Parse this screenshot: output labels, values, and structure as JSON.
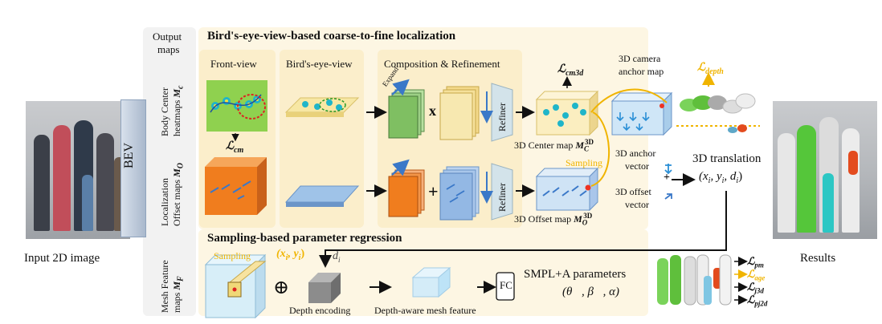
{
  "input": {
    "label": "Input 2D image",
    "bev_label": "BEV"
  },
  "results": {
    "label": "Results"
  },
  "output_maps": {
    "label_line1": "Output",
    "label_line2": "maps"
  },
  "localization": {
    "title": "Bird's-eye-view-based coarse-to-fine localization",
    "rows": {
      "body_center": {
        "line1": "Body Center",
        "line2": "heatmaps",
        "symbol": "M",
        "sub": "c"
      },
      "offset": {
        "line1": "Localization",
        "line2": "Offset maps",
        "symbol": "M",
        "sub": "O"
      }
    },
    "columns": {
      "front_view": "Front-view",
      "bev": "Bird's-eye-view",
      "composition": "Composition & Refinement",
      "expand": "Expand"
    },
    "refiner_label": "Refiner",
    "loss_cm": {
      "symbol": "ℒ",
      "sub": "cm"
    },
    "loss_cm3d": {
      "symbol": "ℒ",
      "sub": "cm3d"
    },
    "center_map": {
      "text": "3D Center map",
      "symbol": "M",
      "sub": "C",
      "sup": "3D"
    },
    "offset_map": {
      "text": "3D Offset map",
      "symbol": "M",
      "sub": "O",
      "sup": "3D"
    },
    "sampling": "Sampling",
    "camera_anchor": {
      "line1": "3D camera",
      "line2": "anchor map"
    },
    "anchor_vector": {
      "line1": "3D anchor",
      "line2": "vector"
    },
    "offset_vector": {
      "line1": "3D offset",
      "line2": "vector"
    },
    "loss_depth": {
      "symbol": "ℒ",
      "sub": "depth"
    },
    "translation": {
      "title": "3D translation",
      "formula": "(x",
      "i": "i",
      "y": ", y",
      "d": ", d",
      "close": ")"
    },
    "ops": {
      "multiply": "x",
      "add": "+",
      "plus_arrow": "+"
    }
  },
  "regression": {
    "title": "Sampling-based parameter regression",
    "row": {
      "line1": "Mesh Feature",
      "line2": "maps",
      "symbol": "M",
      "sub": "F"
    },
    "sampling": "Sampling",
    "coords": "(x",
    "coords_i": "i",
    "coords_y": ", y",
    "coords_close": ")",
    "depth_d": "d",
    "depth_sub": "i",
    "oplus": "⊕",
    "depth_encoding": "Depth encoding",
    "depth_aware": "Depth-aware mesh feature",
    "fc": "FC",
    "smpl": "SMPL+A parameters",
    "params": "(θ⃗, β⃗, α)"
  },
  "losses": [
    {
      "symbol": "ℒ",
      "sub": "pm",
      "color": "#111111"
    },
    {
      "symbol": "ℒ",
      "sub": "age",
      "color": "#f0b400"
    },
    {
      "symbol": "ℒ",
      "sub": "j3d",
      "color": "#111111"
    },
    {
      "symbol": "ℒ",
      "sub": "pj2d",
      "color": "#111111"
    }
  ],
  "colors": {
    "panel_bg": "#fdf6e3",
    "panel_inner": "#fbeecb",
    "yellow_accent": "#f0b400",
    "front_green": "#8fd14f",
    "orange_cube": "#f07d1e",
    "blue_arrow": "#3a78c8",
    "light_blue": "#bde3f7",
    "gray_block": "#8c8c8c"
  },
  "icons": [
    "bev-bracket",
    "refiner-trapezoid",
    "anchor-icon",
    "offset-icon",
    "arrow-icon"
  ]
}
